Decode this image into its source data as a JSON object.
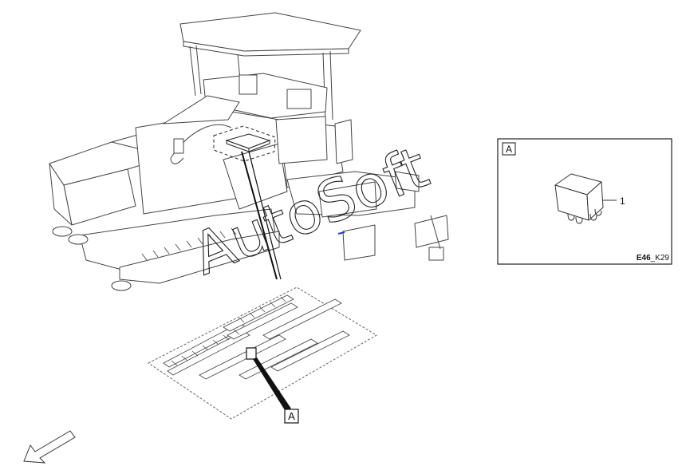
{
  "diagram": {
    "callout_label": "A",
    "detail": {
      "label": "A",
      "part_number": "1",
      "code_bold": "E46",
      "code_suffix": "_K29"
    },
    "watermark": "AutoSoft"
  },
  "colors": {
    "line": "#333333",
    "outline_light": "#777777",
    "accent_blue": "#1a3fd6"
  }
}
